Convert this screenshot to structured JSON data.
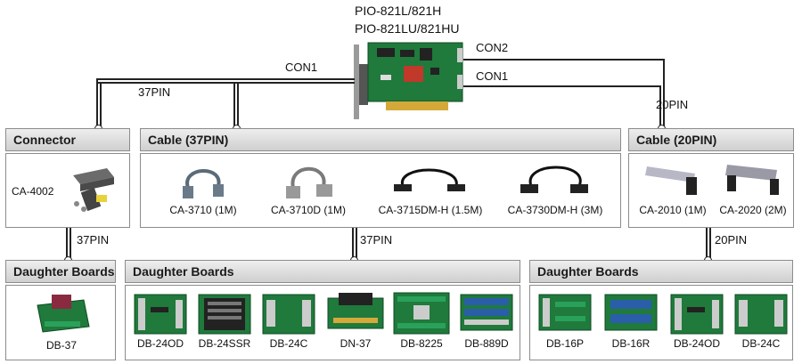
{
  "card": {
    "model_line1": "PIO-821L/821H",
    "model_line2": "PIO-821LU/821HU",
    "con1_left": "CON1",
    "con2_right": "CON2",
    "con1_right": "CON1",
    "pin37_top": "37PIN",
    "pin20_top": "20PIN"
  },
  "connector_section": {
    "title": "Connector",
    "items": [
      {
        "label": "CA-4002"
      }
    ]
  },
  "cable37_section": {
    "title": "Cable (37PIN)",
    "items": [
      {
        "label": "CA-3710 (1M)"
      },
      {
        "label": "CA-3710D (1M)"
      },
      {
        "label": "CA-3715DM-H (1.5M)"
      },
      {
        "label": "CA-3730DM-H (3M)"
      }
    ]
  },
  "cable20_section": {
    "title": "Cable (20PIN)",
    "items": [
      {
        "label": "CA-2010 (1M)"
      },
      {
        "label": "CA-2020 (2M)"
      }
    ]
  },
  "links": {
    "pin37_left": "37PIN",
    "pin37_mid": "37PIN",
    "pin20_right": "20PIN"
  },
  "daughter_left": {
    "title": "Daughter Boards",
    "items": [
      {
        "label": "DB-37"
      }
    ]
  },
  "daughter_mid": {
    "title": "Daughter Boards",
    "items": [
      {
        "label": "DB-24OD"
      },
      {
        "label": "DB-24SSR"
      },
      {
        "label": "DB-24C"
      },
      {
        "label": "DN-37"
      },
      {
        "label": "DB-8225"
      },
      {
        "label": "DB-889D"
      }
    ]
  },
  "daughter_right": {
    "title": "Daughter Boards",
    "items": [
      {
        "label": "DB-16P"
      },
      {
        "label": "DB-16R"
      },
      {
        "label": "DB-24OD"
      },
      {
        "label": "DB-24C"
      }
    ]
  },
  "colors": {
    "pcb": "#1f7a3c",
    "header_top": "#eeeeee",
    "header_bottom": "#cfcfcf",
    "wire": "#222222"
  }
}
